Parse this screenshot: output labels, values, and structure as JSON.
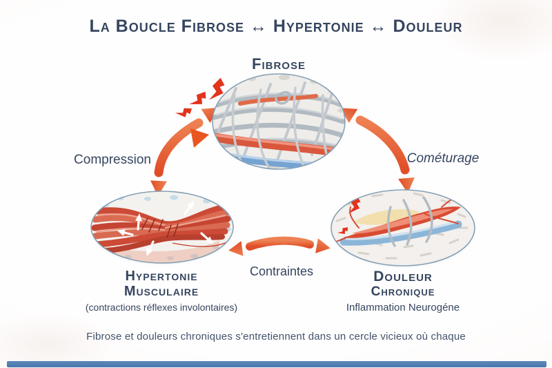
{
  "title": "La Boucle Fibrose ↔ Hypertonie ↔ Douleur",
  "nodes": {
    "fibrose": {
      "label": "Fibrose"
    },
    "hypertonie": {
      "line1": "Hypertonie",
      "line2": "Musculaire",
      "subtitle": "(contractions réflexes involontaires)"
    },
    "douleur": {
      "line1": "Douleur",
      "line2": "Chronique",
      "subtitle": "Inflammation Neurogéne"
    }
  },
  "edges": {
    "fibrose_hypertonie": {
      "label": "Compression"
    },
    "fibrose_douleur": {
      "label": "Cométurage"
    },
    "hypertonie_douleur": {
      "label": "Contraintes"
    }
  },
  "caption": "Fibrose et douleurs chroniques s'entretiennent dans un cercle vicieux où chaque",
  "colors": {
    "navy": "#35455f",
    "caption": "#42526b",
    "arrow-orange": "#e4562e",
    "arrow-orange-light": "#ee8153",
    "bolt-red": "#e2331d",
    "oval-border": "#85a0b5",
    "footer-blue": "#4a77ad"
  }
}
